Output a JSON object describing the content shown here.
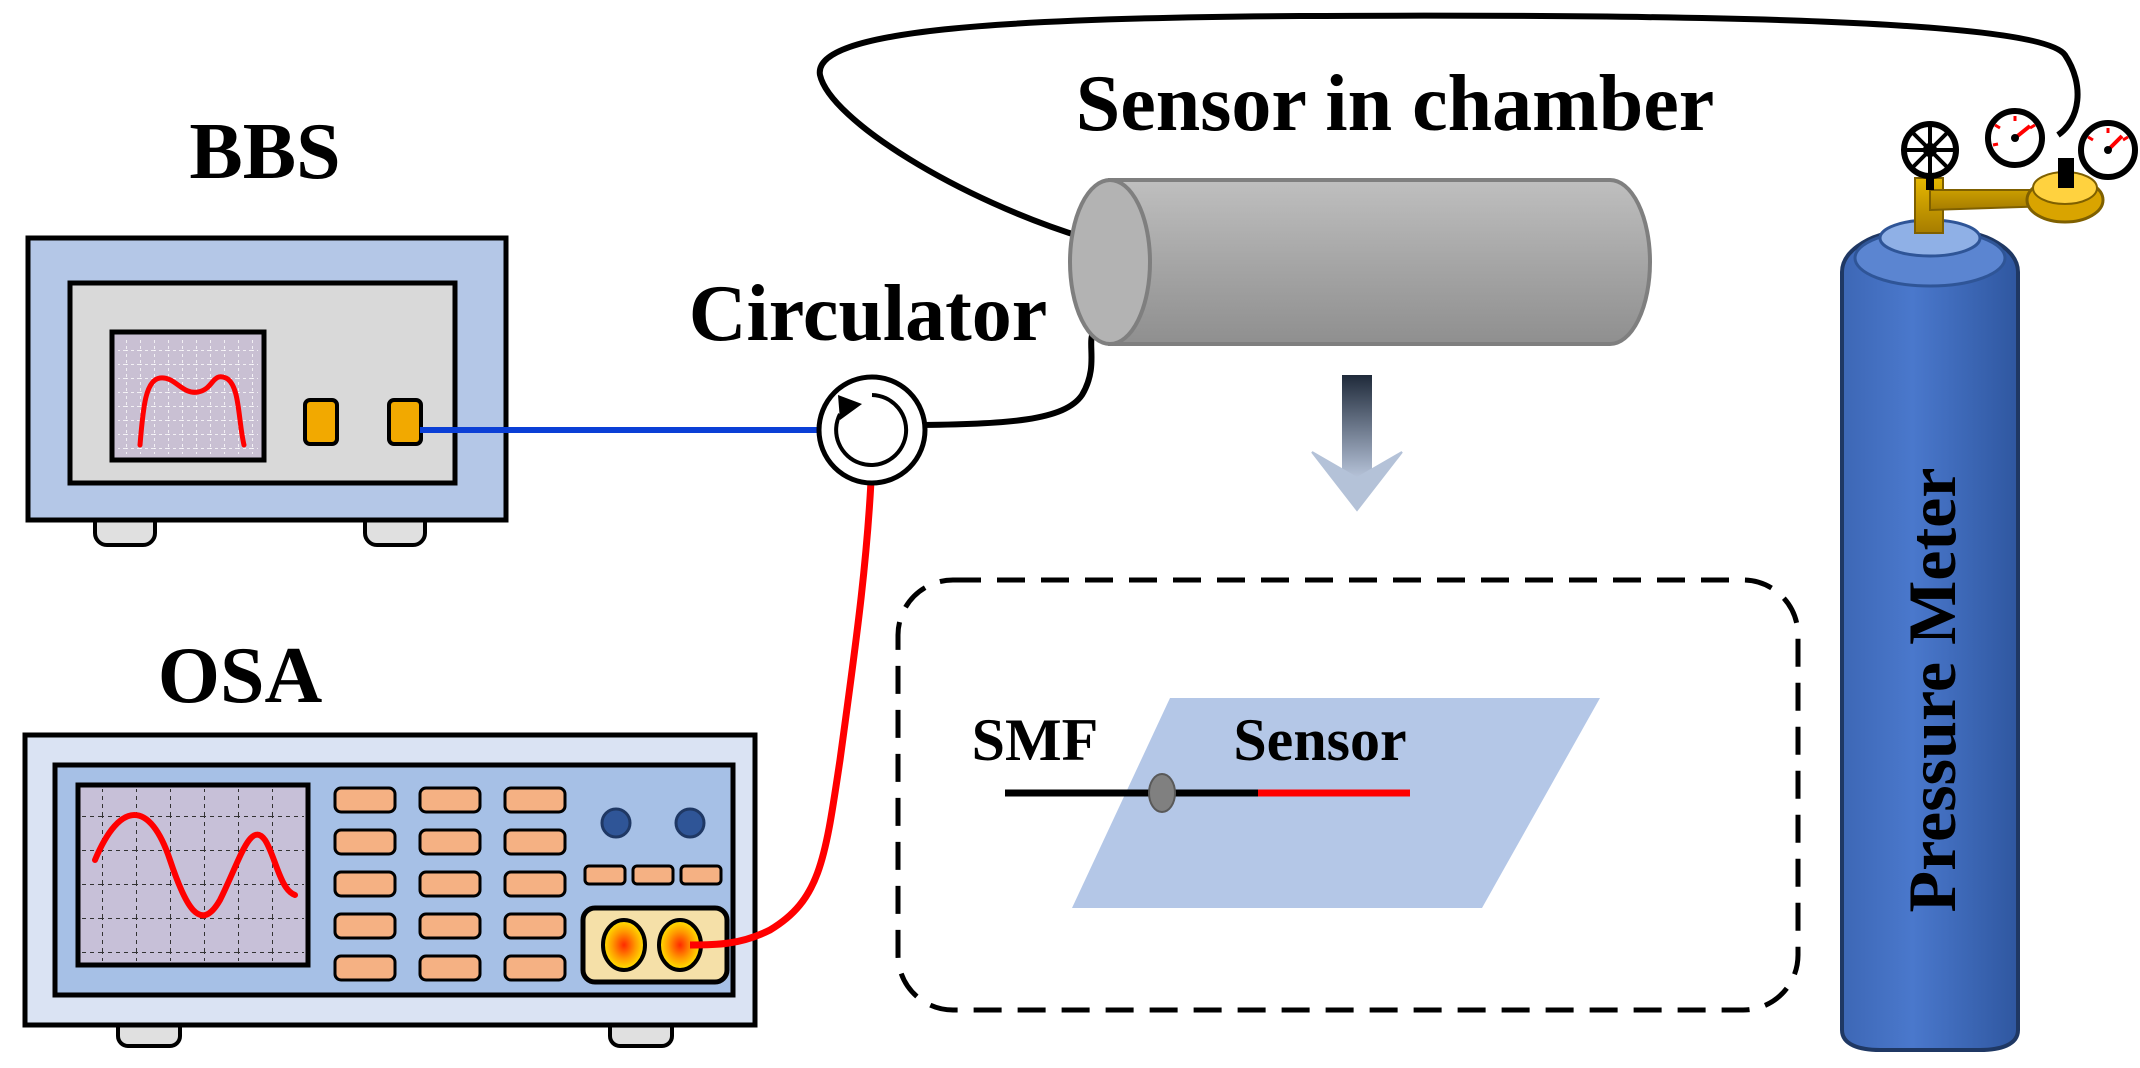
{
  "labels": {
    "bbs": "BBS",
    "osa": "OSA",
    "circulator": "Circulator",
    "chamber": "Sensor in chamber",
    "smf": "SMF",
    "sensor": "Sensor",
    "pressure_meter": "Pressure Meter"
  },
  "colors": {
    "instrument_face": "#d9d9d9",
    "instrument_body": "#b4c7e7",
    "osa_body": "#dae3f3",
    "osa_screen": "#c5bfd6",
    "button_orange": "#f5b183",
    "connector_gold": "#f2a900",
    "fiber_blue": "#0b3fd6",
    "fiber_red": "#ff0000",
    "fiber_black": "#000000",
    "cylinder_gray": "#a6a6a6",
    "gas_tank_blue": "#4472c4",
    "sensor_plane": "#b4c7e7"
  },
  "icons": {
    "circulator": "circulator-icon",
    "down_arrow": "down-arrow-icon",
    "valve": "valve-icon",
    "gauge": "gauge-icon"
  }
}
